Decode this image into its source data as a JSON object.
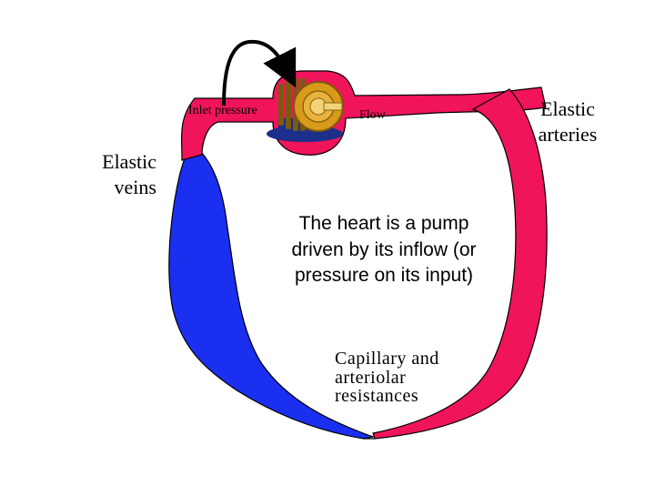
{
  "labels": {
    "inlet_pressure": "Inlet pressure",
    "flow": "Flow",
    "elastic_arteries": "Elastic arteries",
    "elastic_veins": "Elastic veins",
    "heart_description": "The heart is a pump driven by its inflow (or pressure on its input)",
    "capillary": "Capillary and arteriolar resistances"
  },
  "colors": {
    "arterial": "#f0145a",
    "venous": "#1a2ff0",
    "pump_gold": "#d89a1a",
    "pump_base": "#1c2f8a",
    "outline": "#000000"
  },
  "icons": {
    "pump": "gear-motor-icon",
    "feedback_arrow": "curved-arrow-icon"
  }
}
